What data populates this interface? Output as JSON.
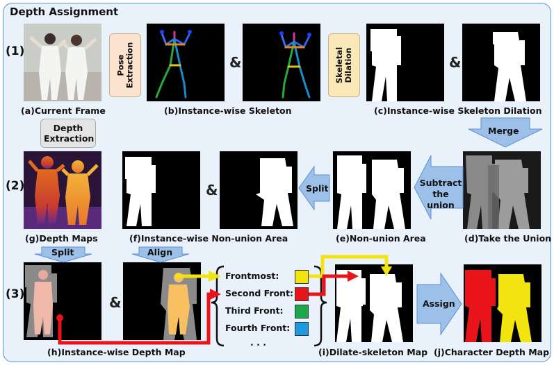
{
  "title": "Depth Assignment",
  "rows": [
    "(1)",
    "(2)",
    "(3)"
  ],
  "captions": {
    "a": "(a)Current Frame",
    "b": "(b)Instance-wise Skeleton",
    "c": "(c)Instance-wise Skeleton Dilation",
    "d": "(d)Take the Union",
    "e": "(e)Non-union Area",
    "f": "(f)Instance-wise Non-union Area",
    "g": "(g)Depth Maps",
    "h": "(h)Instance-wise Depth Map",
    "i": "(i)Dilate-skeleton Map",
    "j": "(j)Character Depth Map"
  },
  "steps": {
    "pose": "Pose Extraction",
    "dilation": "Skeletal Dilation",
    "depth": "Depth Extraction",
    "merge": "Merge",
    "subtract": "Subtract the union",
    "split_top": "Split",
    "split_left": "Split",
    "align": "Align",
    "assign": "Assign"
  },
  "ampersand": "&",
  "legend": {
    "items": [
      {
        "label": "Frontmost:",
        "color": "#f2e40f"
      },
      {
        "label": "Second Front:",
        "color": "#e8141a"
      },
      {
        "label": "Third Front:",
        "color": "#1aa84a"
      },
      {
        "label": "Fourth Front:",
        "color": "#1e9be0"
      }
    ],
    "more": ". . ."
  },
  "colors": {
    "frontmost": "#f2e40f",
    "second": "#e8141a",
    "arrow_fill": "#9cc0e8",
    "frame_border": "#5b8fd6"
  }
}
